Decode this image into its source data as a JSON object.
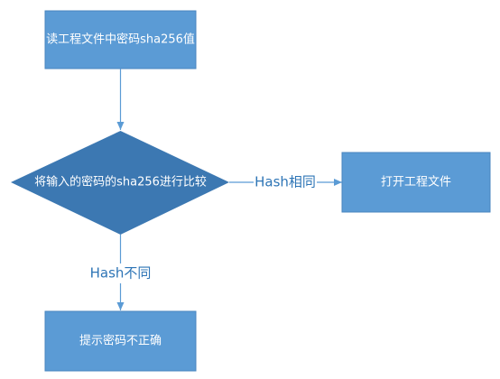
{
  "nodes": {
    "read_hash": {
      "label": "读工程文件中密码sha256值"
    },
    "compare": {
      "label": "将输入的密码的sha256进行比较"
    },
    "open_file": {
      "label": "打开工程文件"
    },
    "wrong_password": {
      "label": "提示密码不正确"
    }
  },
  "edges": {
    "hash_match": {
      "label": "Hash相同"
    },
    "hash_mismatch": {
      "label": "Hash不同"
    }
  },
  "colors": {
    "box_fill": "#5b9bd5",
    "box_border": "#4a86bf",
    "diamond_fill": "#3c78b2",
    "connector": "#5b9bd5",
    "label_text": "#2e75b6",
    "node_text": "#ffffff"
  }
}
